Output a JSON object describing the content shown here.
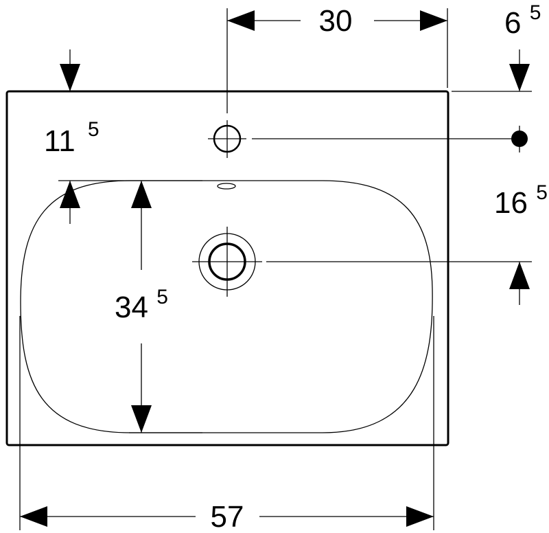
{
  "dimensions": {
    "tap_offset": {
      "main": "30",
      "sup": ""
    },
    "tap_edge_offset": {
      "main": "6",
      "sup": "5"
    },
    "rim_to_bowl": {
      "main": "11",
      "sup": "5"
    },
    "tap_to_drain": {
      "main": "16",
      "sup": "5"
    },
    "bowl_depth": {
      "main": "34",
      "sup": "5"
    },
    "overall_width": {
      "main": "57",
      "sup": ""
    }
  },
  "colors": {
    "line": "#000000",
    "background": "#ffffff"
  }
}
